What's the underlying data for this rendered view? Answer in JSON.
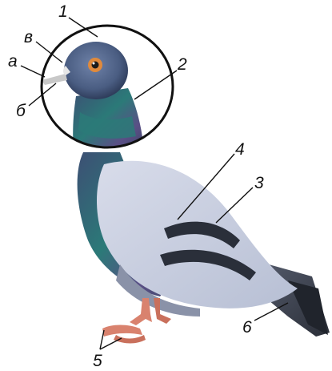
{
  "labels": {
    "l1": "1",
    "l2": "2",
    "l3": "3",
    "l4": "4",
    "l5": "5",
    "l6": "6",
    "la": "а",
    "lb": "б",
    "lv": "в"
  },
  "colors": {
    "head_blue": "#4a5d82",
    "head_dark": "#2f3d5c",
    "neck_green": "#2b7a78",
    "neck_purple": "#5a4f86",
    "wing_light": "#c9cfe0",
    "wing_bar": "#2a2f3a",
    "tail_dark": "#3a3f4a",
    "foot_red": "#d9826e",
    "eye_orange": "#e08a3c",
    "beak": "#c8c8c8"
  }
}
